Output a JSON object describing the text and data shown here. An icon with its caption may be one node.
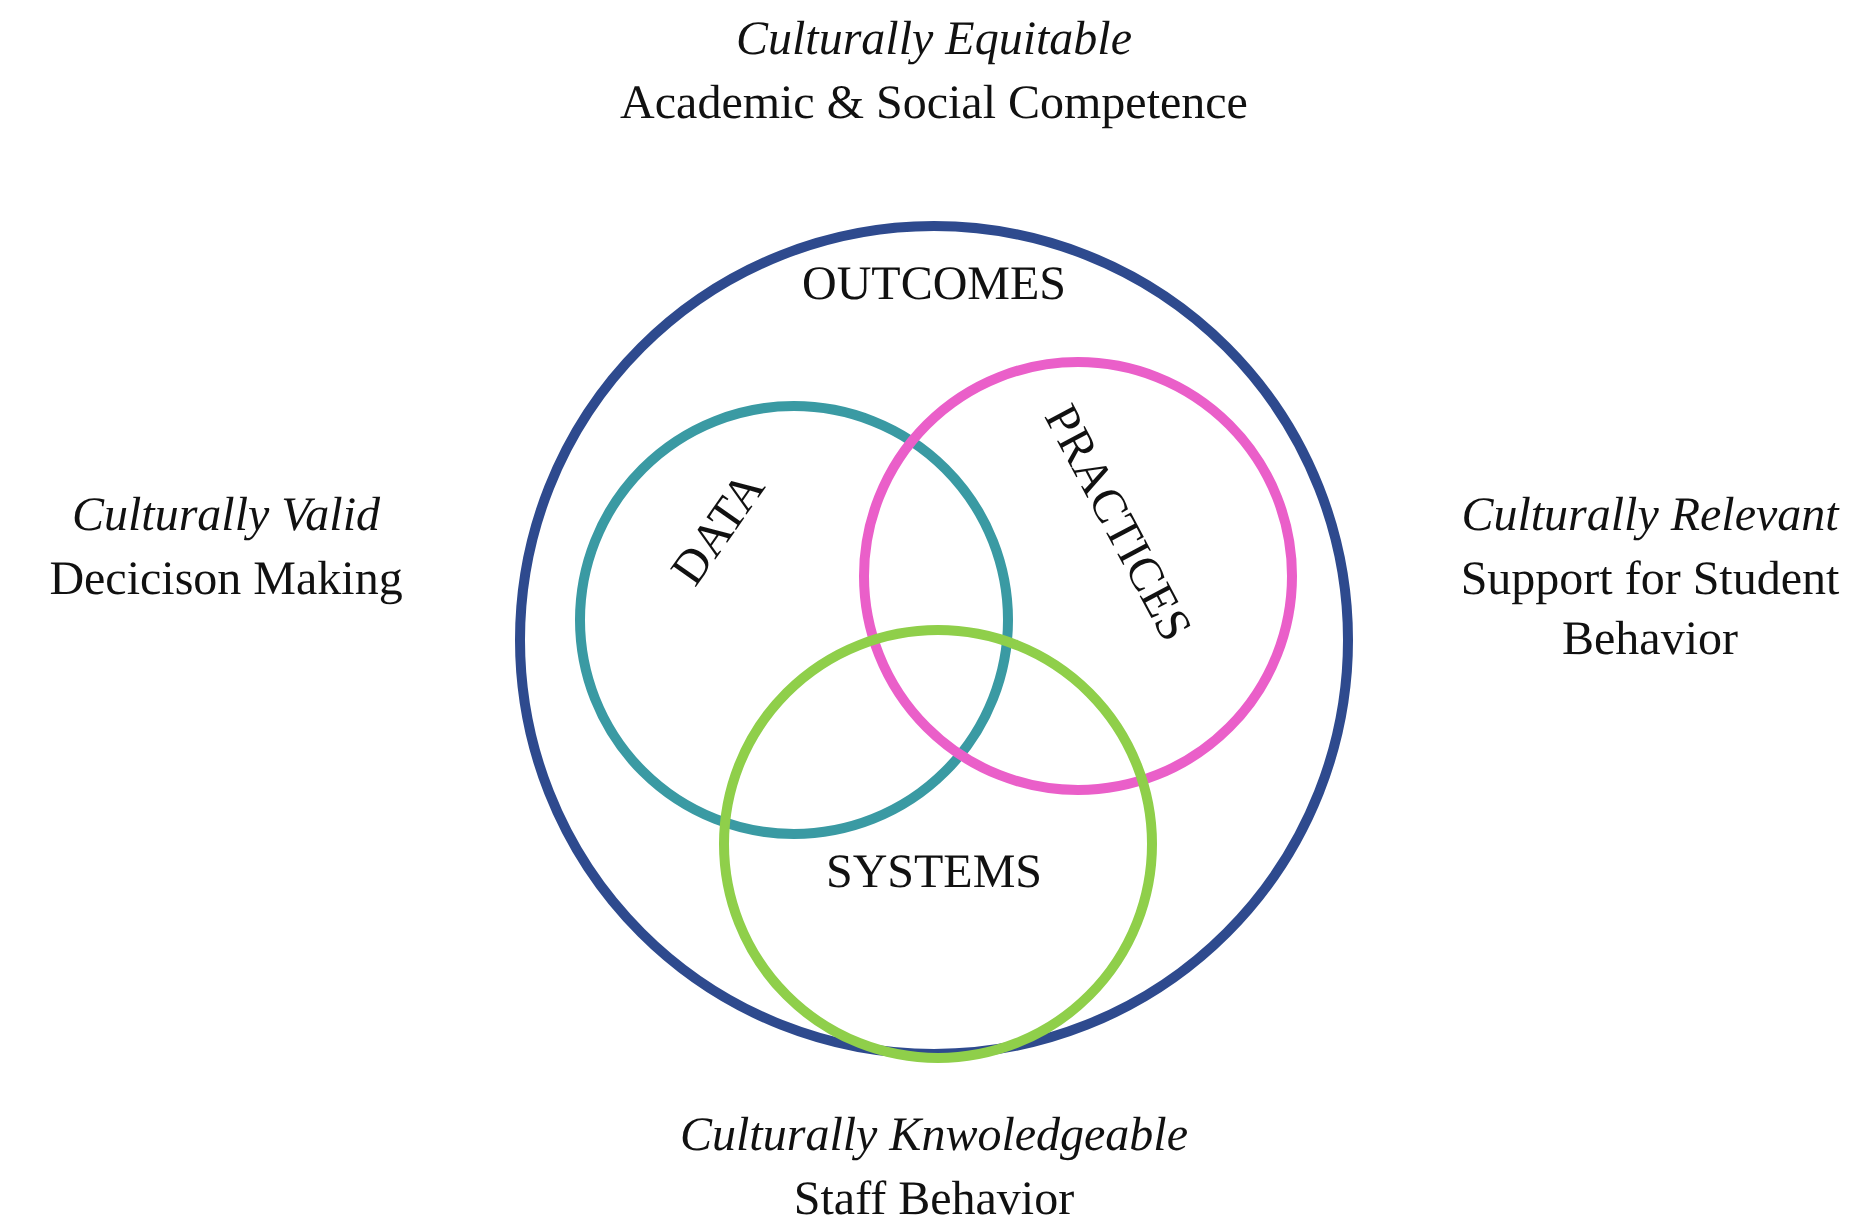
{
  "diagram": {
    "nodes": [
      {
        "text": [
          "OUTCOMES"
        ]
      },
      {
        "text": [
          "DATA"
        ],
        "in": 0
      },
      {
        "text": [
          "PRACTICES"
        ],
        "in": 0
      },
      {
        "text": [
          "SYSTEMS"
        ],
        "in": 0
      }
    ],
    "labels": [
      "Culturally Equitable",
      "Academic & Social Competence",
      "Culturally Valid",
      "Decicison Making",
      "Culturally Relevant",
      "Support for Student Behavior",
      "Culturally Knwoledgeable",
      "Staff Behavior"
    ]
  }
}
